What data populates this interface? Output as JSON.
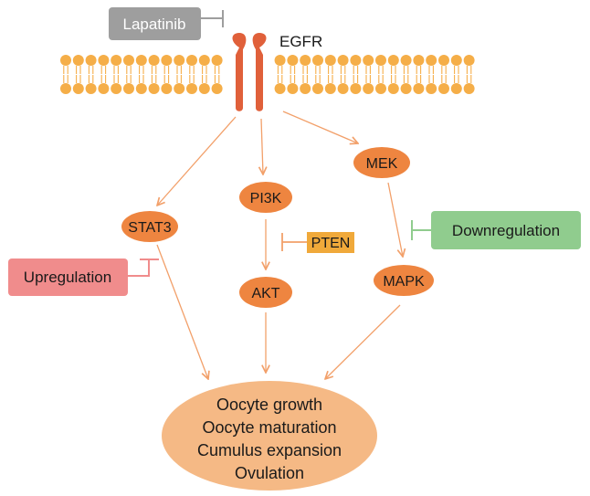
{
  "receptor": {
    "label": "EGFR",
    "color": "#E0603A"
  },
  "inhibitor": {
    "label": "Lapatinib",
    "color": "#9E9E9E"
  },
  "membrane": {
    "color": "#F5AE48"
  },
  "nodes": {
    "stat3": "STAT3",
    "pi3k": "PI3K",
    "akt": "AKT",
    "mek": "MEK",
    "mapk": "MAPK",
    "pten": "PTEN"
  },
  "regulators": {
    "upregulation": "Upregulation",
    "downregulation": "Downregulation"
  },
  "outcome": {
    "lines": [
      "Oocyte growth",
      "Oocyte maturation",
      "Cumulus expansion",
      "Ovulation"
    ]
  },
  "colors": {
    "node": "#EE8540",
    "arrow": "#F2A06A",
    "pten": "#F0A93A",
    "upregulation": "#F08C8C",
    "downregulation": "#90CC8E",
    "outcome": "#F5B985"
  }
}
